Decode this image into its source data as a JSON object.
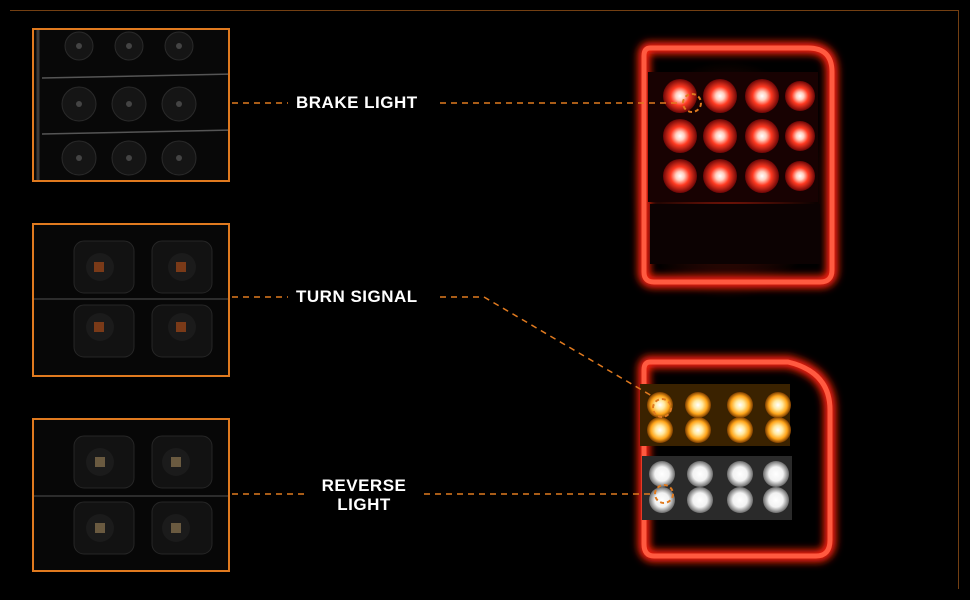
{
  "labels": {
    "brake": "BRAKE LIGHT",
    "turn": "TURN SIGNAL",
    "reverse_line1": "REVERSE",
    "reverse_line2": "LIGHT"
  },
  "colors": {
    "accent": "#e07a1f",
    "brake_red": "#ff2a1a",
    "amber": "#ffb020",
    "white_led": "#ffffff",
    "background": "#000000"
  },
  "thumbnails": [
    {
      "name": "brake-light-closeup-off"
    },
    {
      "name": "turn-signal-closeup-off"
    },
    {
      "name": "reverse-light-closeup-off"
    }
  ]
}
